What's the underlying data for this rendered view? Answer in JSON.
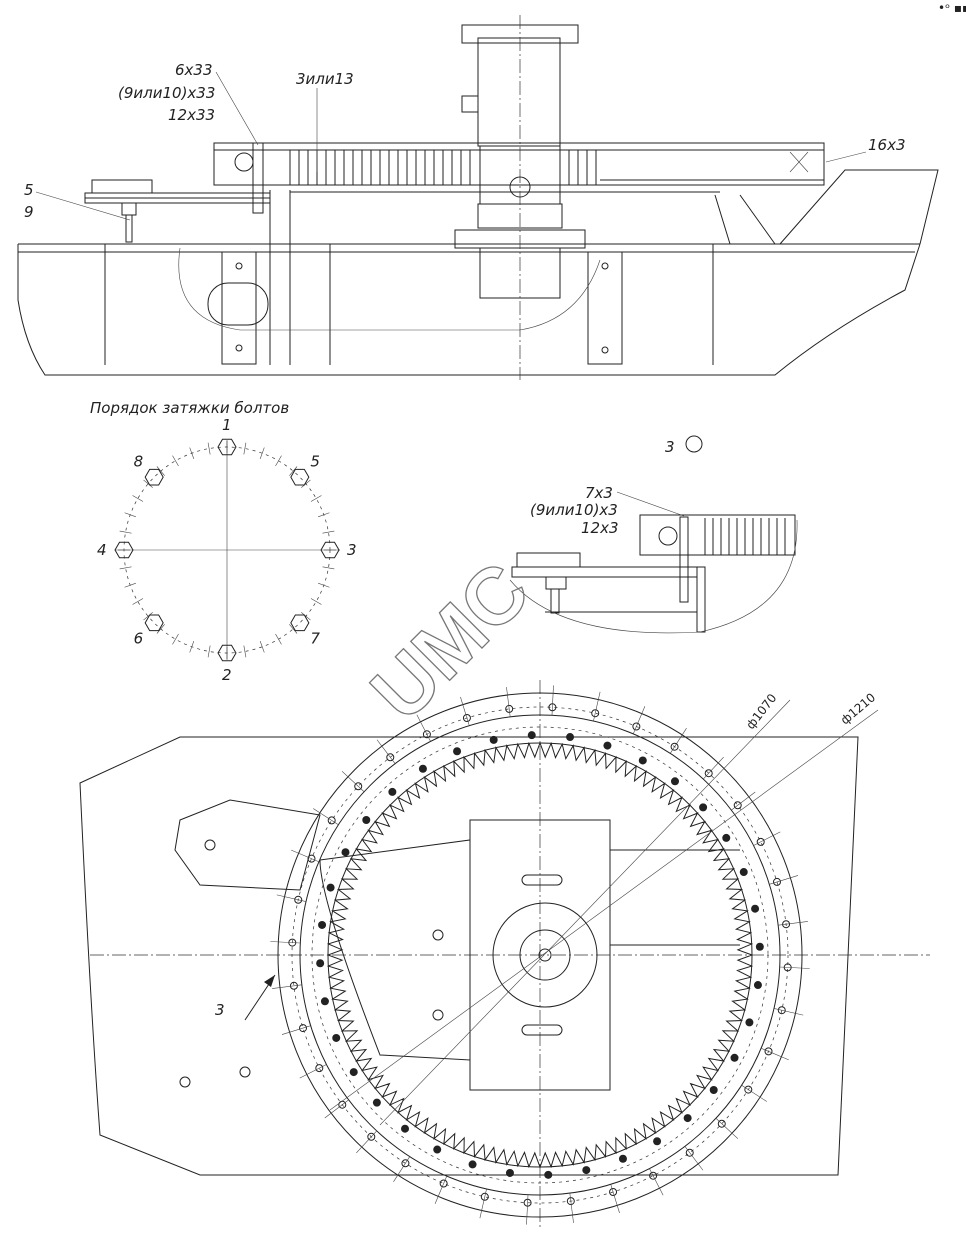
{
  "corner_mark": "•ᵒ ▪▪▪",
  "side_view": {
    "callout_bolt_lines": [
      "6x33",
      "(9или10)x33",
      "12x33"
    ],
    "callout_gear": "3или13",
    "callout_left": [
      "5",
      "9"
    ],
    "callout_right": "16x3"
  },
  "tightening": {
    "title": "Порядок затяжки болтов",
    "bolts": [
      "1",
      "5",
      "3",
      "7",
      "2",
      "6",
      "4",
      "8"
    ]
  },
  "detail": {
    "label": "3",
    "callout_lines": [
      "7x3",
      "(9или10)x3",
      "12x3"
    ]
  },
  "plan_view": {
    "dim_inner": "ф1070",
    "dim_outer": "ф1210",
    "view_label": "3"
  },
  "watermark": "UMC"
}
